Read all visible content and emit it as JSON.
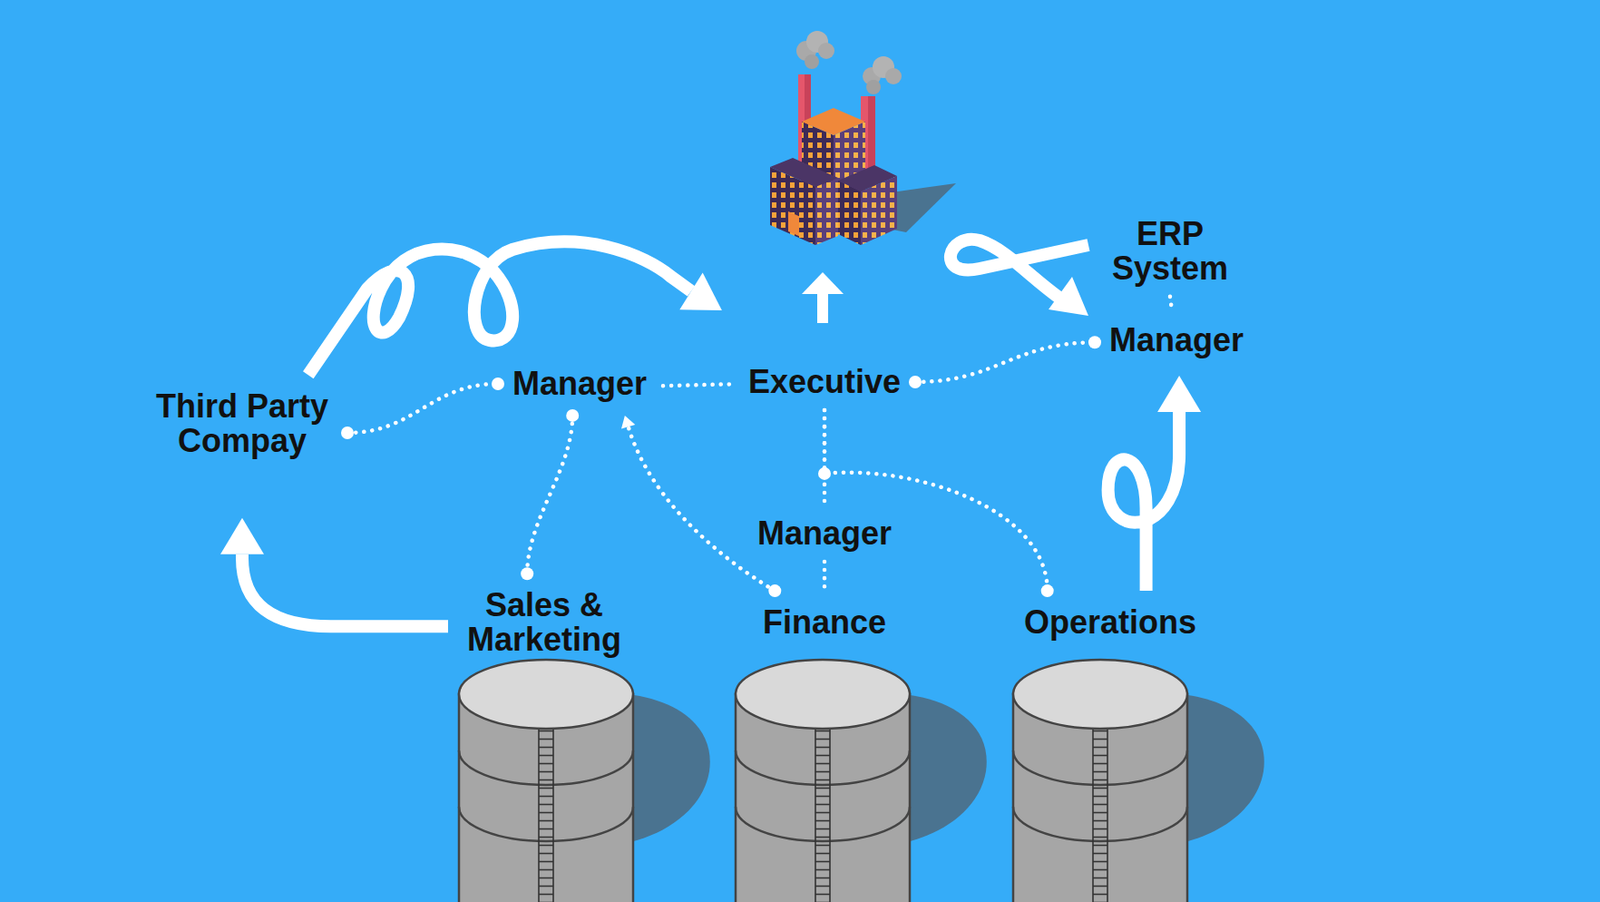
{
  "diagram": {
    "nodes": [
      {
        "text": [
          "Third Party Compay"
        ]
      },
      {
        "text": [
          "Manager"
        ]
      },
      {
        "text": [
          "Executive"
        ]
      },
      {
        "text": [
          "ERP System"
        ]
      },
      {
        "text": [
          "Manager"
        ]
      },
      {
        "text": [
          "Manager"
        ]
      },
      {
        "text": [
          "Sales & Marketing"
        ]
      },
      {
        "text": [
          "Finance"
        ]
      },
      {
        "text": [
          "Operations"
        ]
      }
    ],
    "edges": [
      {
        "from": 0,
        "to": 1,
        "arrow": "none"
      },
      {
        "from": 1,
        "to": 2,
        "arrow": "none"
      },
      {
        "from": 2,
        "to": 4,
        "arrow": "none"
      },
      {
        "from": 3,
        "to": 4,
        "arrow": "none"
      },
      {
        "from": 2,
        "to": 5,
        "arrow": "none"
      },
      {
        "from": 5,
        "to": 7,
        "arrow": "none"
      },
      {
        "from": 1,
        "to": 6,
        "arrow": "none"
      },
      {
        "from": 7,
        "to": 1,
        "arrow": "to"
      },
      {
        "from": 2,
        "to": 8,
        "arrow": "none"
      },
      {
        "from": 6,
        "to": 0,
        "arrow": "to"
      },
      {
        "from": 0,
        "to": 2,
        "arrow": "to"
      },
      {
        "from": 8,
        "to": 4,
        "arrow": "to"
      }
    ]
  }
}
